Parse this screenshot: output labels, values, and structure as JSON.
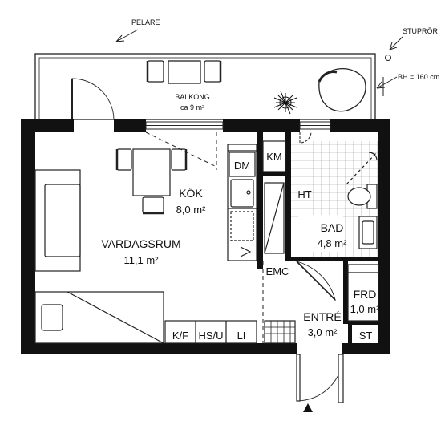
{
  "annotations": {
    "pillar": "PELARE",
    "downpipe": "STUPRÖR",
    "railing_height": "BH = 160 cm"
  },
  "rooms": {
    "balcony": {
      "name": "BALKONG",
      "area": "ca 9 m²"
    },
    "kitchen": {
      "name": "KÖK",
      "area": "8,0 m²"
    },
    "living": {
      "name": "VARDAGSRUM",
      "area": "11,1 m²"
    },
    "bathroom": {
      "name": "BAD",
      "area": "4,8 m²"
    },
    "closet": {
      "name": "FRD",
      "area": "1,0 m²"
    },
    "entrance": {
      "name": "ENTRÉ",
      "area": "3,0 m²"
    }
  },
  "fixtures": {
    "dishwasher": "DM",
    "washer": "KM",
    "drying_cabinet": "HT",
    "electrical_box": "EMC",
    "fridge_freezer": "K/F",
    "wardrobe_hat_shelf": "HS/U",
    "linen": "LI",
    "storage": "ST"
  },
  "colors": {
    "wall": "#111111",
    "line": "#222222",
    "background": "#ffffff"
  }
}
